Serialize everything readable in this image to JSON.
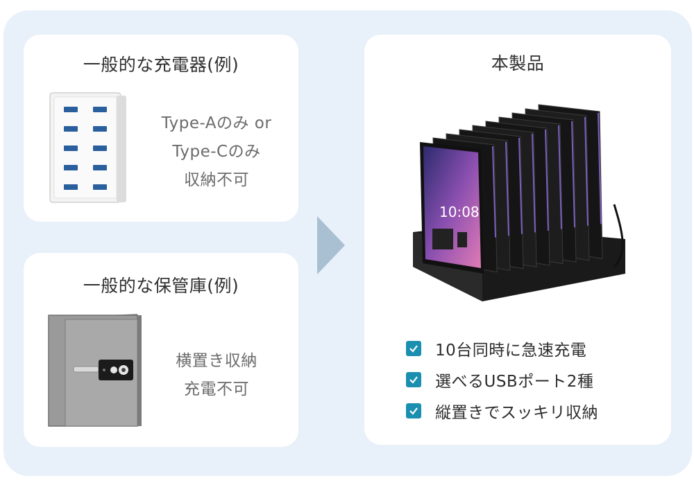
{
  "charger_card": {
    "title": "一般的な充電器(例)",
    "desc_lines": [
      "Type-Aのみ or",
      "Type-Cのみ",
      "収納不可"
    ]
  },
  "safe_card": {
    "title": "一般的な保管庫(例)",
    "desc_lines": [
      "横置き収納",
      "充電不可"
    ]
  },
  "product_card": {
    "title": "本製品",
    "tablet_screen_time": "10:08",
    "features": [
      "10台同時に急速充電",
      "選べるUSBポート2種",
      "縦置きでスッキリ収納"
    ]
  },
  "colors": {
    "background": "#e8f0fa",
    "card": "#ffffff",
    "arrow": "#a8c0d2",
    "check": "#1b8fb0",
    "usb_port": "#2a5f9e"
  },
  "icons": {
    "arrow": "arrow-right-icon",
    "check": "checkbox-checked-icon"
  }
}
